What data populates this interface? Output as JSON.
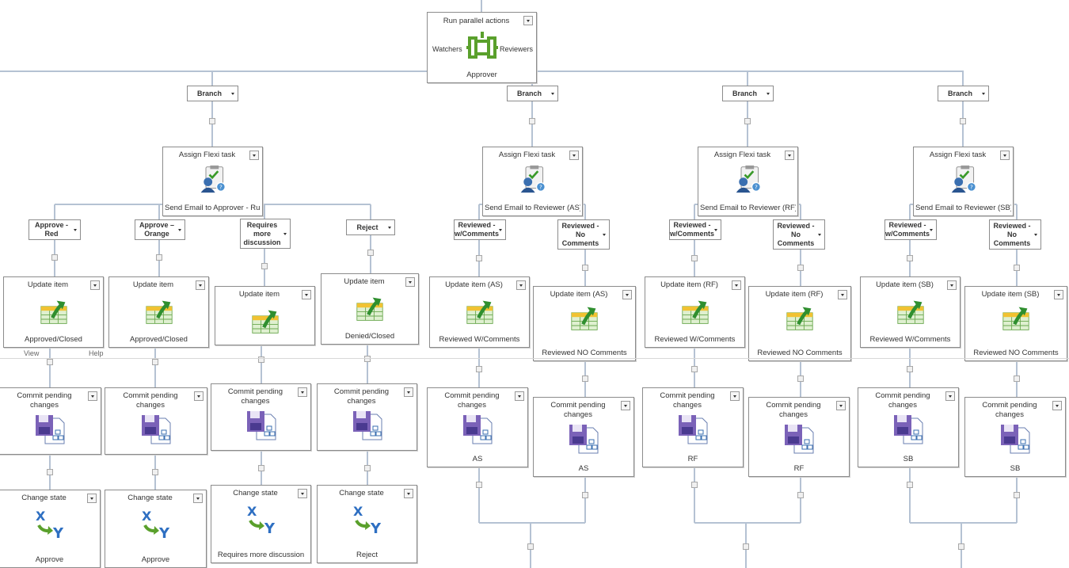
{
  "parallel": {
    "title": "Run parallel actions",
    "left_label": "Watchers",
    "right_label": "Reviewers",
    "footer": "Approver"
  },
  "colors": {
    "wire": "#b5c2d3",
    "border": "#8c8c8c",
    "icon_green": "#5aa02c",
    "icon_blue": "#2e6fc2"
  },
  "branch_label": "Branch",
  "columns": [
    {
      "task_title": "Assign Flexi task",
      "task_footer": "Send Email to Approver - Russ",
      "outcomes": [
        {
          "label": "Approve - Red",
          "update_title": "Update item",
          "update_footer": "Approved/Closed",
          "commit_title": "Commit pending changes",
          "commit_footer": "",
          "state_title": "Change state",
          "state_footer": "Approve"
        },
        {
          "label": "Approve – Orange",
          "update_title": "Update item",
          "update_footer": "Approved/Closed",
          "commit_title": "Commit pending changes",
          "commit_footer": "",
          "state_title": "Change state",
          "state_footer": "Approve"
        },
        {
          "label": "Requires more discussion",
          "update_title": "Update item",
          "update_footer": "",
          "commit_title": "Commit pending changes",
          "commit_footer": "",
          "state_title": "Change state",
          "state_footer": "Requires more discussion"
        },
        {
          "label": "Reject",
          "update_title": "Update item",
          "update_footer": "Denied/Closed",
          "commit_title": "Commit pending changes",
          "commit_footer": "",
          "state_title": "Change state",
          "state_footer": "Reject"
        }
      ]
    },
    {
      "task_title": "Assign Flexi task",
      "task_footer": "Send Email to Reviewer (AS)",
      "outcomes": [
        {
          "label": "Reviewed - w/Comments",
          "update_title": "Update item (AS)",
          "update_footer": "Reviewed W/Comments",
          "commit_title": "Commit pending changes",
          "commit_footer": "AS"
        },
        {
          "label": "Reviewed - No Comments",
          "update_title": "Update item (AS)",
          "update_footer": "Reviewed NO Comments",
          "commit_title": "Commit pending changes",
          "commit_footer": "AS"
        }
      ]
    },
    {
      "task_title": "Assign Flexi task",
      "task_footer": "Send Email to Reviewer (RF)",
      "outcomes": [
        {
          "label": "Reviewed - w/Comments",
          "update_title": "Update item (RF)",
          "update_footer": "Reviewed W/Comments",
          "commit_title": "Commit pending changes",
          "commit_footer": "RF"
        },
        {
          "label": "Reviewed - No Comments",
          "update_title": "Update item (RF)",
          "update_footer": "Reviewed NO Comments",
          "commit_title": "Commit pending changes",
          "commit_footer": "RF"
        }
      ]
    },
    {
      "task_title": "Assign Flexi task",
      "task_footer": "Send Email to Reviewer (SB)",
      "outcomes": [
        {
          "label": "Reviewed - w/Comments",
          "update_title": "Update item (SB)",
          "update_footer": "Reviewed W/Comments",
          "commit_title": "Commit pending changes",
          "commit_footer": "SB"
        },
        {
          "label": "Reviewed - No Comments",
          "update_title": "Update item (SB)",
          "update_footer": "Reviewed NO Comments",
          "commit_title": "Commit pending changes",
          "commit_footer": "SB"
        }
      ]
    }
  ],
  "fragments": {
    "view": "View",
    "help": "Help"
  },
  "icons": {
    "parallel": "parallel-actions-icon",
    "task": "flexi-task-icon",
    "update": "update-item-icon",
    "commit": "commit-changes-icon",
    "state": "change-state-icon"
  }
}
